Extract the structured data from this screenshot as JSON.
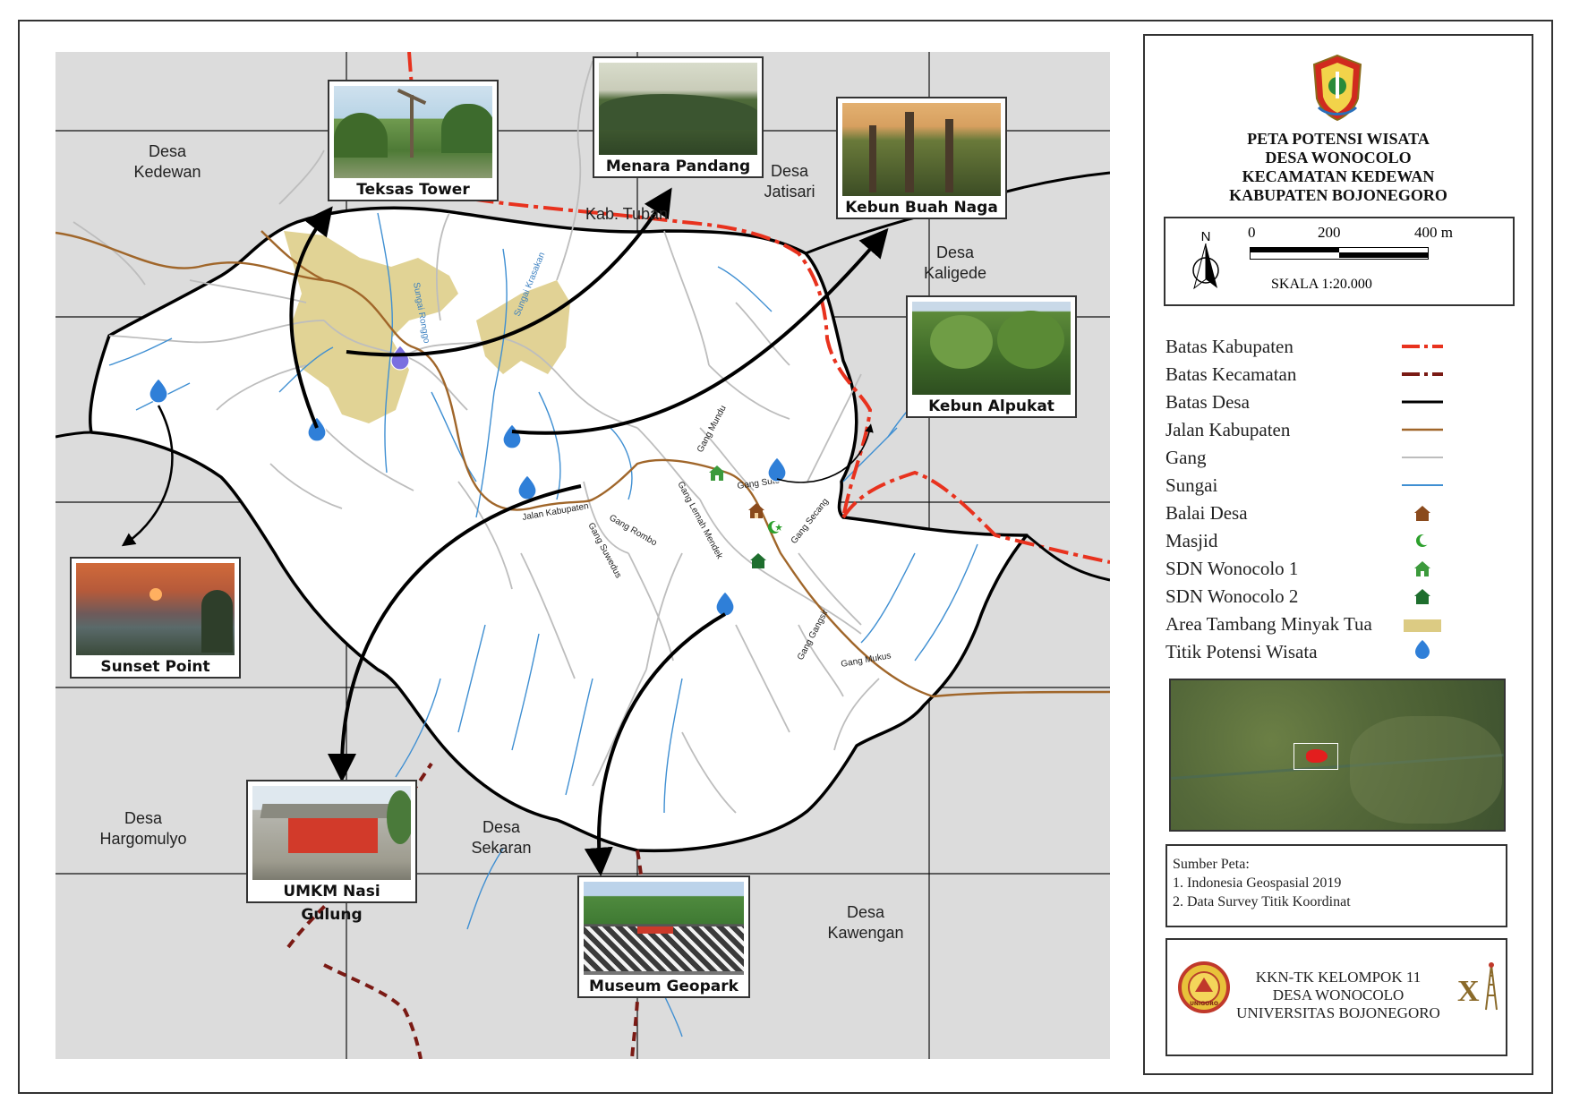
{
  "map": {
    "places": [
      {
        "id": "kedewan",
        "label": "Desa\nKedewan"
      },
      {
        "id": "jatisari",
        "label": "Desa\nJatisari"
      },
      {
        "id": "kaligede",
        "label": "Desa\nKaligede"
      },
      {
        "id": "hargomulyo",
        "label": "Desa\nHargomulyo"
      },
      {
        "id": "sekaran",
        "label": "Desa\nSekaran"
      },
      {
        "id": "kawengan",
        "label": "Desa\nKawengan"
      },
      {
        "id": "tuban",
        "label": "Kab. Tuban"
      }
    ],
    "roads": {
      "jalan_kabupaten": "Jalan Kabupaten",
      "gang_suwedus": "Gang Suwedus",
      "gang_rombo": "Gang Rombo",
      "gang_lemah_mendek": "Gang Lemah Mendek",
      "gang_mundu": "Gang Mundu",
      "gang_suto": "Gang Suto",
      "gang_secang": "Gang Secang",
      "gang_gangsir": "Gang Gangsir",
      "gang_mukus": "Gang Mukus"
    },
    "rivers": {
      "sungai_ronggo": "Sungai Ronggo",
      "sungai_krasakan": "Sungai Krasakan"
    },
    "attractions": [
      {
        "id": "teksas-tower",
        "caption": "Teksas Tower"
      },
      {
        "id": "menara-pandang",
        "caption": "Menara Pandang"
      },
      {
        "id": "kebun-buah-naga",
        "caption": "Kebun Buah Naga"
      },
      {
        "id": "kebun-alpukat",
        "caption": "Kebun Alpukat"
      },
      {
        "id": "sunset-point",
        "caption": "Sunset Point"
      },
      {
        "id": "umkm-nasi-gulung",
        "caption": "UMKM Nasi Gulung"
      },
      {
        "id": "museum-geopark",
        "caption": "Museum Geopark"
      }
    ]
  },
  "title": {
    "line1": "PETA POTENSI WISATA",
    "line2": "DESA WONOCOLO",
    "line3": "KECAMATAN KEDEWAN",
    "line4": "KABUPATEN BOJONEGORO"
  },
  "scale": {
    "north": "N",
    "tick0": "0",
    "tick1": "200",
    "tick2": "400 m",
    "label": "SKALA 1:20.000"
  },
  "legend": [
    {
      "id": "batas-kabupaten",
      "label": "Batas Kabupaten",
      "color": "#e8321e"
    },
    {
      "id": "batas-kecamatan",
      "label": "Batas Kecamatan",
      "color": "#7a1a14"
    },
    {
      "id": "batas-desa",
      "label": "Batas Desa",
      "color": "#000000"
    },
    {
      "id": "jalan-kabupaten",
      "label": "Jalan Kabupaten",
      "color": "#a0662a"
    },
    {
      "id": "gang",
      "label": "Gang",
      "color": "#bdbdbd"
    },
    {
      "id": "sungai",
      "label": "Sungai",
      "color": "#3f8fd2"
    },
    {
      "id": "balai-desa",
      "label": "Balai Desa",
      "color": "#8a4a1c"
    },
    {
      "id": "masjid",
      "label": "Masjid",
      "color": "#2da02d"
    },
    {
      "id": "sdn-1",
      "label": "SDN Wonocolo 1",
      "color": "#3c9a3c"
    },
    {
      "id": "sdn-2",
      "label": "SDN Wonocolo 2",
      "color": "#1e6e2e"
    },
    {
      "id": "area-tambang",
      "label": "Area Tambang Minyak Tua",
      "color": "#dccb83"
    },
    {
      "id": "titik-potensi",
      "label": "Titik Potensi Wisata",
      "color": "#2f7fd8"
    }
  ],
  "source": {
    "heading": "Sumber Peta:",
    "item1": "1. Indonesia Geospasial 2019",
    "item2": "2. Data Survey Titik Koordinat"
  },
  "credit": {
    "line1": "KKN-TK KELOMPOK 11",
    "line2": "DESA WONOCOLO",
    "line3": "UNIVERSITAS BOJONEGORO",
    "badge_text": "UNIGORO"
  }
}
